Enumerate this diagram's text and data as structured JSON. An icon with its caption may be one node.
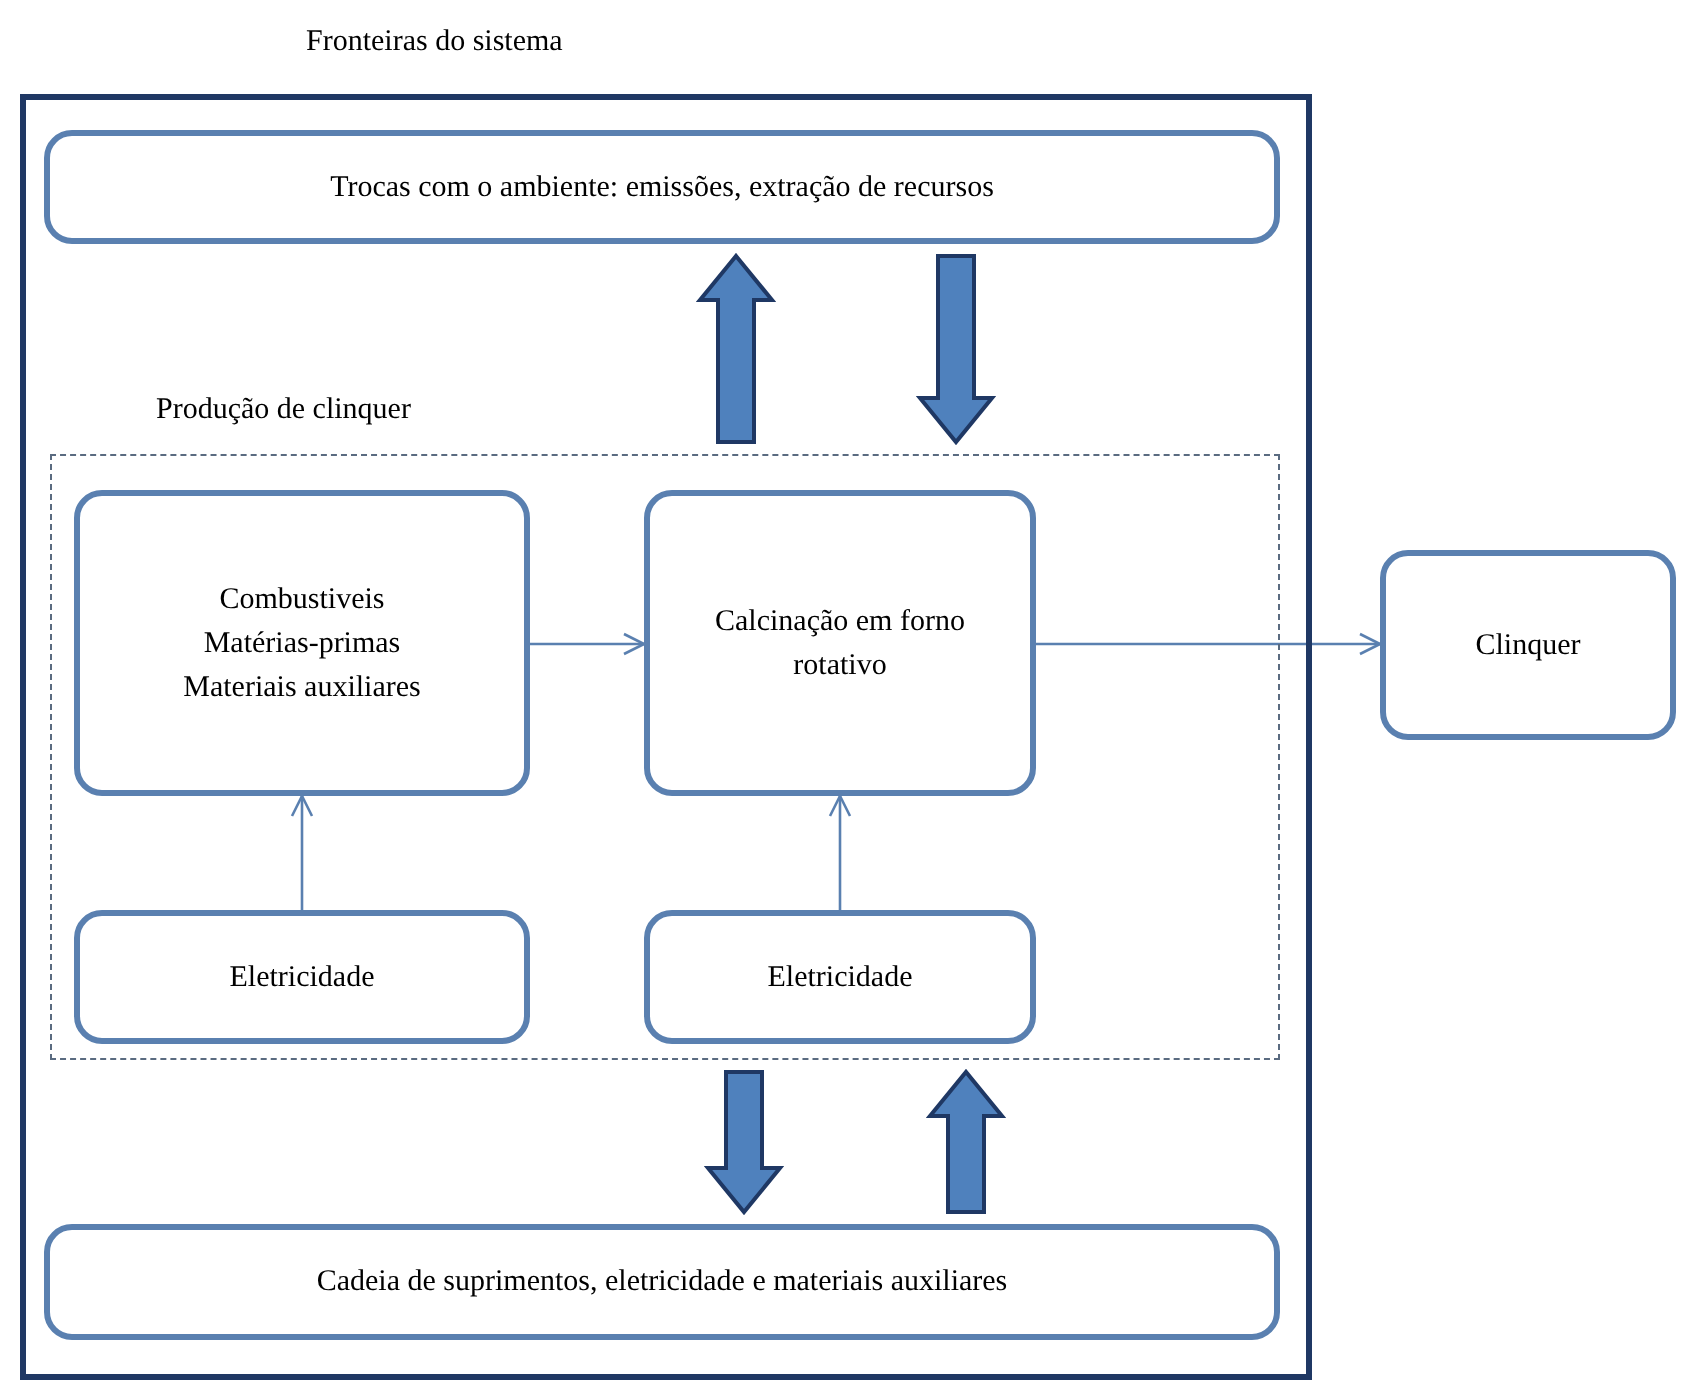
{
  "diagram": {
    "nodes": [
      {
        "text": [
          "Fronteiras do sistema"
        ]
      },
      {
        "text": [
          "Trocas com o ambiente: emissões, extração de recursos"
        ],
        "in": 0
      },
      {
        "text": [
          "Produção de clinquer"
        ],
        "in": 0
      },
      {
        "text": [
          "Combustiveis",
          "Matérias-primas",
          "Materiais auxiliares"
        ],
        "in": 2
      },
      {
        "text": [
          "Calcinação em forno rotativo"
        ],
        "in": 2
      },
      {
        "text": [
          "Eletricidade"
        ],
        "in": 2
      },
      {
        "text": [
          "Eletricidade"
        ],
        "in": 2
      },
      {
        "text": [
          "Cadeia de suprimentos, eletricidade e materiais auxiliares"
        ],
        "in": 0
      },
      {
        "text": [
          "Clinquer"
        ]
      }
    ],
    "edges": [
      {
        "from": 3,
        "to": 4,
        "arrow": "to"
      },
      {
        "from": 4,
        "to": 8,
        "arrow": "to"
      },
      {
        "from": 5,
        "to": 3,
        "arrow": "to"
      },
      {
        "from": 6,
        "to": 4,
        "arrow": "to"
      },
      {
        "from": 2,
        "to": 1,
        "arrow": "to",
        "style": "thick"
      },
      {
        "from": 1,
        "to": 2,
        "arrow": "to",
        "style": "thick"
      },
      {
        "from": 2,
        "to": 7,
        "arrow": "to",
        "style": "thick"
      },
      {
        "from": 7,
        "to": 2,
        "arrow": "to",
        "style": "thick"
      }
    ]
  }
}
